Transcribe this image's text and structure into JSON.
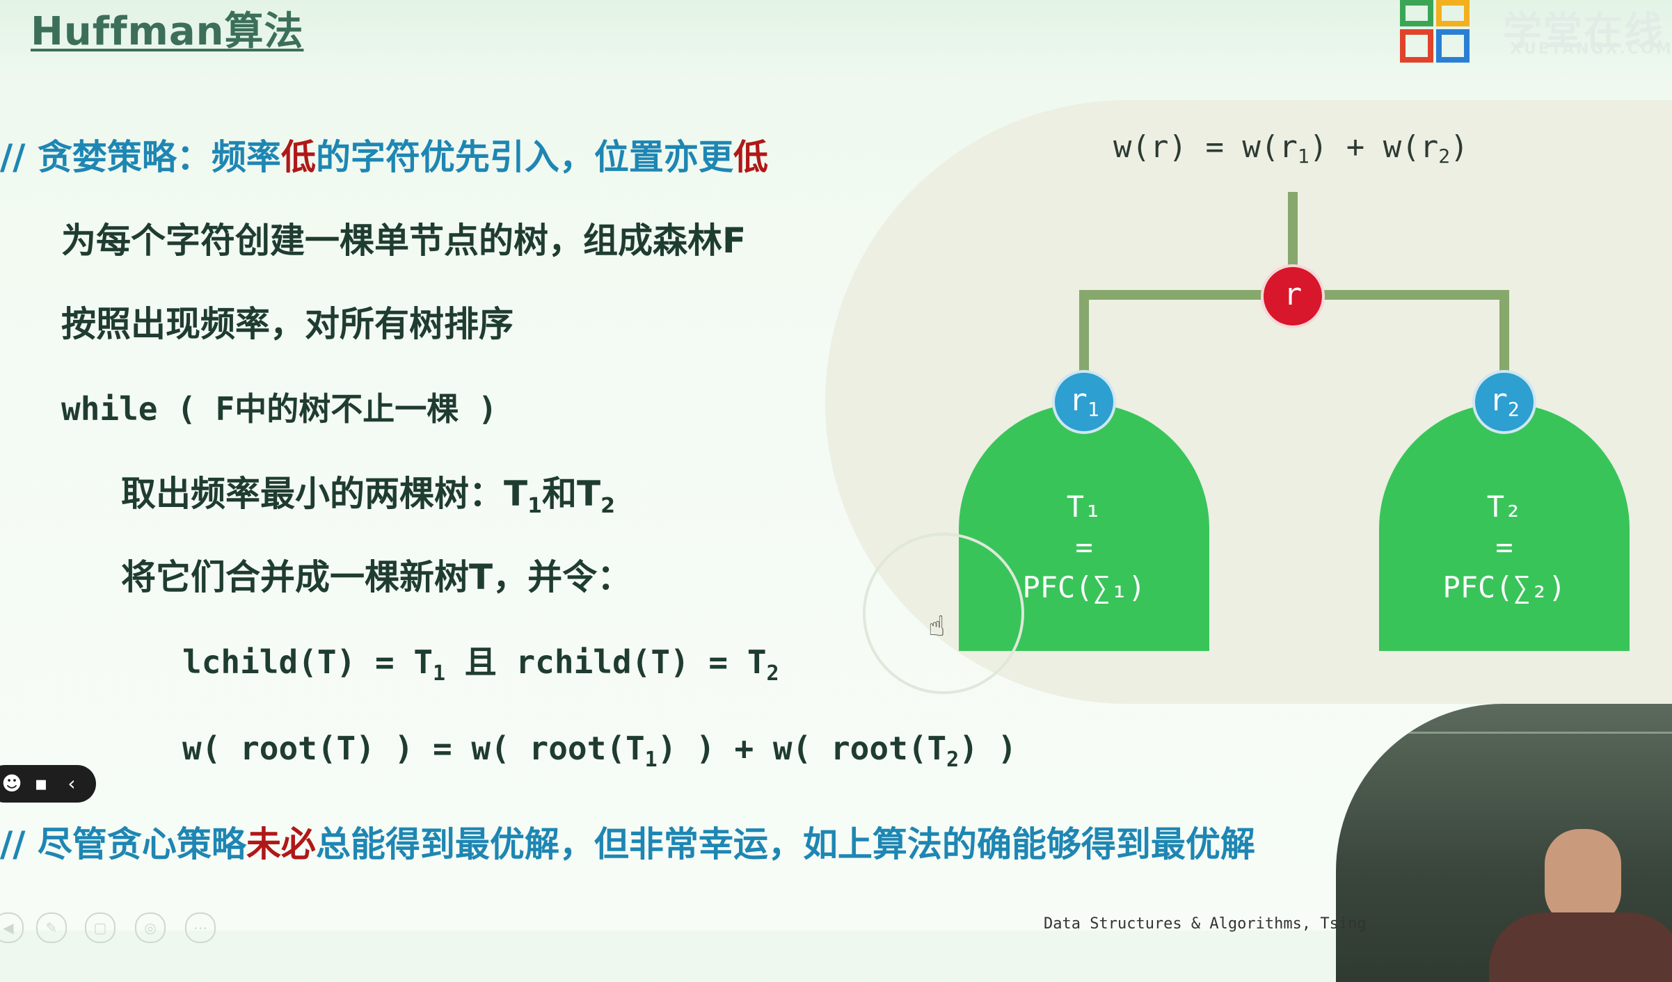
{
  "slide": {
    "title": "Huffman算法",
    "logo_text": "学堂在线",
    "logo_sub": "XUETANGX.COM",
    "footer": "Data Structures & Algorithms, Tsing"
  },
  "lines": {
    "l1": {
      "prefix": "// 贪婪策略：频率",
      "hl1": "低",
      "mid": "的字符优先引入，位置亦更",
      "hl2": "低"
    },
    "l2": "为每个字符创建一棵单节点的树，组成森林F",
    "l3": "按照出现频率，对所有树排序",
    "l4": "while ( F中的树不止一棵 )",
    "l5": {
      "text": "取出频率最小的两棵树：T",
      "s1": "1",
      "mid": "和T",
      "s2": "2"
    },
    "l6": "将它们合并成一棵新树T，并令：",
    "l7": {
      "a": "lchild(T) = T",
      "s1": "1",
      "b": " 且 ",
      "c": "rchild(T) = T",
      "s2": "2"
    },
    "l8": {
      "a": "w( root(T) ) = w( root(T",
      "s1": "1",
      "b": ") ) + w( root(T",
      "s2": "2",
      "c": ") )"
    },
    "l9": {
      "prefix": "// 尽管贪心策略",
      "hl": "未必",
      "rest": "总能得到最优解，但非常幸运，如上算法的确能够得到最优解"
    }
  },
  "diagram": {
    "formula": {
      "a": "w(r) = w(r",
      "s1": "1",
      "b": ") + w(r",
      "s2": "2",
      "c": ")"
    },
    "root": "r",
    "left_node": {
      "base": "r",
      "sub": "1"
    },
    "right_node": {
      "base": "r",
      "sub": "2"
    },
    "left_tree": {
      "name": "T₁",
      "eq": "=",
      "pfc": "PFC(∑₁)"
    },
    "right_tree": {
      "name": "T₂",
      "eq": "=",
      "pfc": "PFC(∑₂)"
    }
  },
  "colors": {
    "comment": "#1e86b3",
    "highlight": "#b01818",
    "tree_green": "#39c45a",
    "root_red": "#d8162c",
    "child_blue": "#2d9fd0",
    "edge": "#86a86c"
  },
  "toolbar": {
    "icons": [
      "emoji-icon",
      "chat-icon",
      "chevron-left-icon"
    ]
  }
}
